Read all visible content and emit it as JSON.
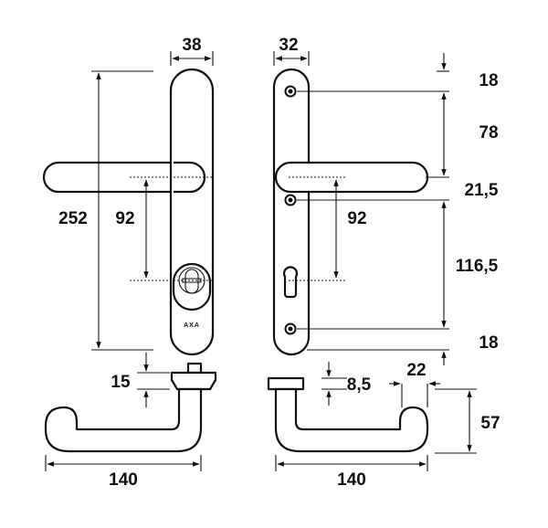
{
  "brand": "AXA",
  "colors": {
    "line": "#111111",
    "background": "#ffffff"
  },
  "dimensions": {
    "front_plate_width": "38",
    "back_plate_width": "32",
    "plate_height": "252",
    "front_handle_to_cylinder": "92",
    "back_handle_to_cylinder": "92",
    "top_screw_offset": "18",
    "screw_to_handle": "78",
    "handle_to_second_screw": "21,5",
    "second_screw_to_bottom_screw": "116,5",
    "bottom_screw_offset": "18",
    "front_rose_height": "15",
    "back_rose_height": "8,5",
    "back_rose_width": "22",
    "handle_projection": "57",
    "front_handle_length": "140",
    "back_handle_length": "140"
  }
}
